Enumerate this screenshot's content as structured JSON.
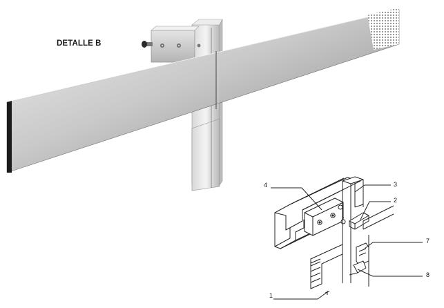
{
  "title": "DETALLE B",
  "callouts": [
    {
      "id": "c1",
      "label": "1"
    },
    {
      "id": "c2",
      "label": "2"
    },
    {
      "id": "c3",
      "label": "3"
    },
    {
      "id": "c4",
      "label": "4"
    },
    {
      "id": "c7",
      "label": "7"
    },
    {
      "id": "c8",
      "label": "8"
    }
  ],
  "colors": {
    "panel_light": "#d9d9d9",
    "panel_dark": "#8a8a8a",
    "edge": "#1e1e1e",
    "line": "#222222"
  }
}
